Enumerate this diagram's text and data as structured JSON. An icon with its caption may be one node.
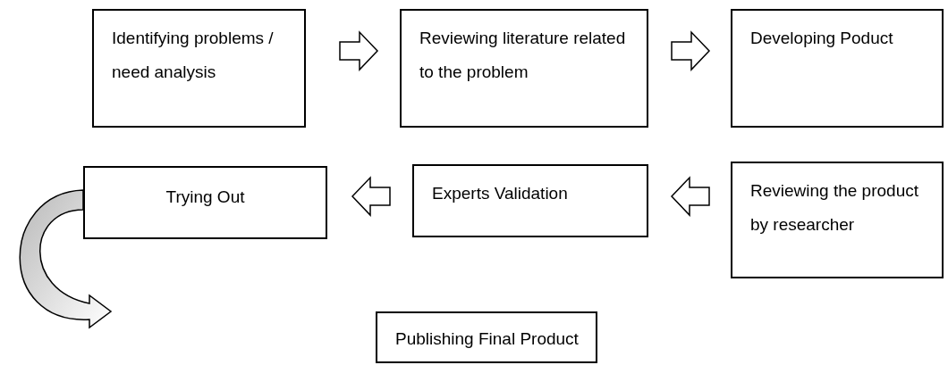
{
  "diagram": {
    "nodes": [
      {
        "text": [
          "Identifying problems / need analysis"
        ]
      },
      {
        "text": [
          "Reviewing literature related to the problem"
        ]
      },
      {
        "text": [
          "Developing Poduct"
        ]
      },
      {
        "text": [
          "Trying Out"
        ]
      },
      {
        "text": [
          "Experts Validation"
        ]
      },
      {
        "text": [
          "Reviewing the product by researcher"
        ]
      },
      {
        "text": [
          "Publishing Final Product"
        ]
      }
    ],
    "edges": [
      {
        "from": 0,
        "to": 1,
        "arrow": "to"
      },
      {
        "from": 1,
        "to": 2,
        "arrow": "to"
      },
      {
        "from": 5,
        "to": 4,
        "arrow": "to"
      },
      {
        "from": 4,
        "to": 3,
        "arrow": "to"
      },
      {
        "from": 3,
        "to": null,
        "arrow": "to",
        "style": "thick"
      }
    ]
  }
}
